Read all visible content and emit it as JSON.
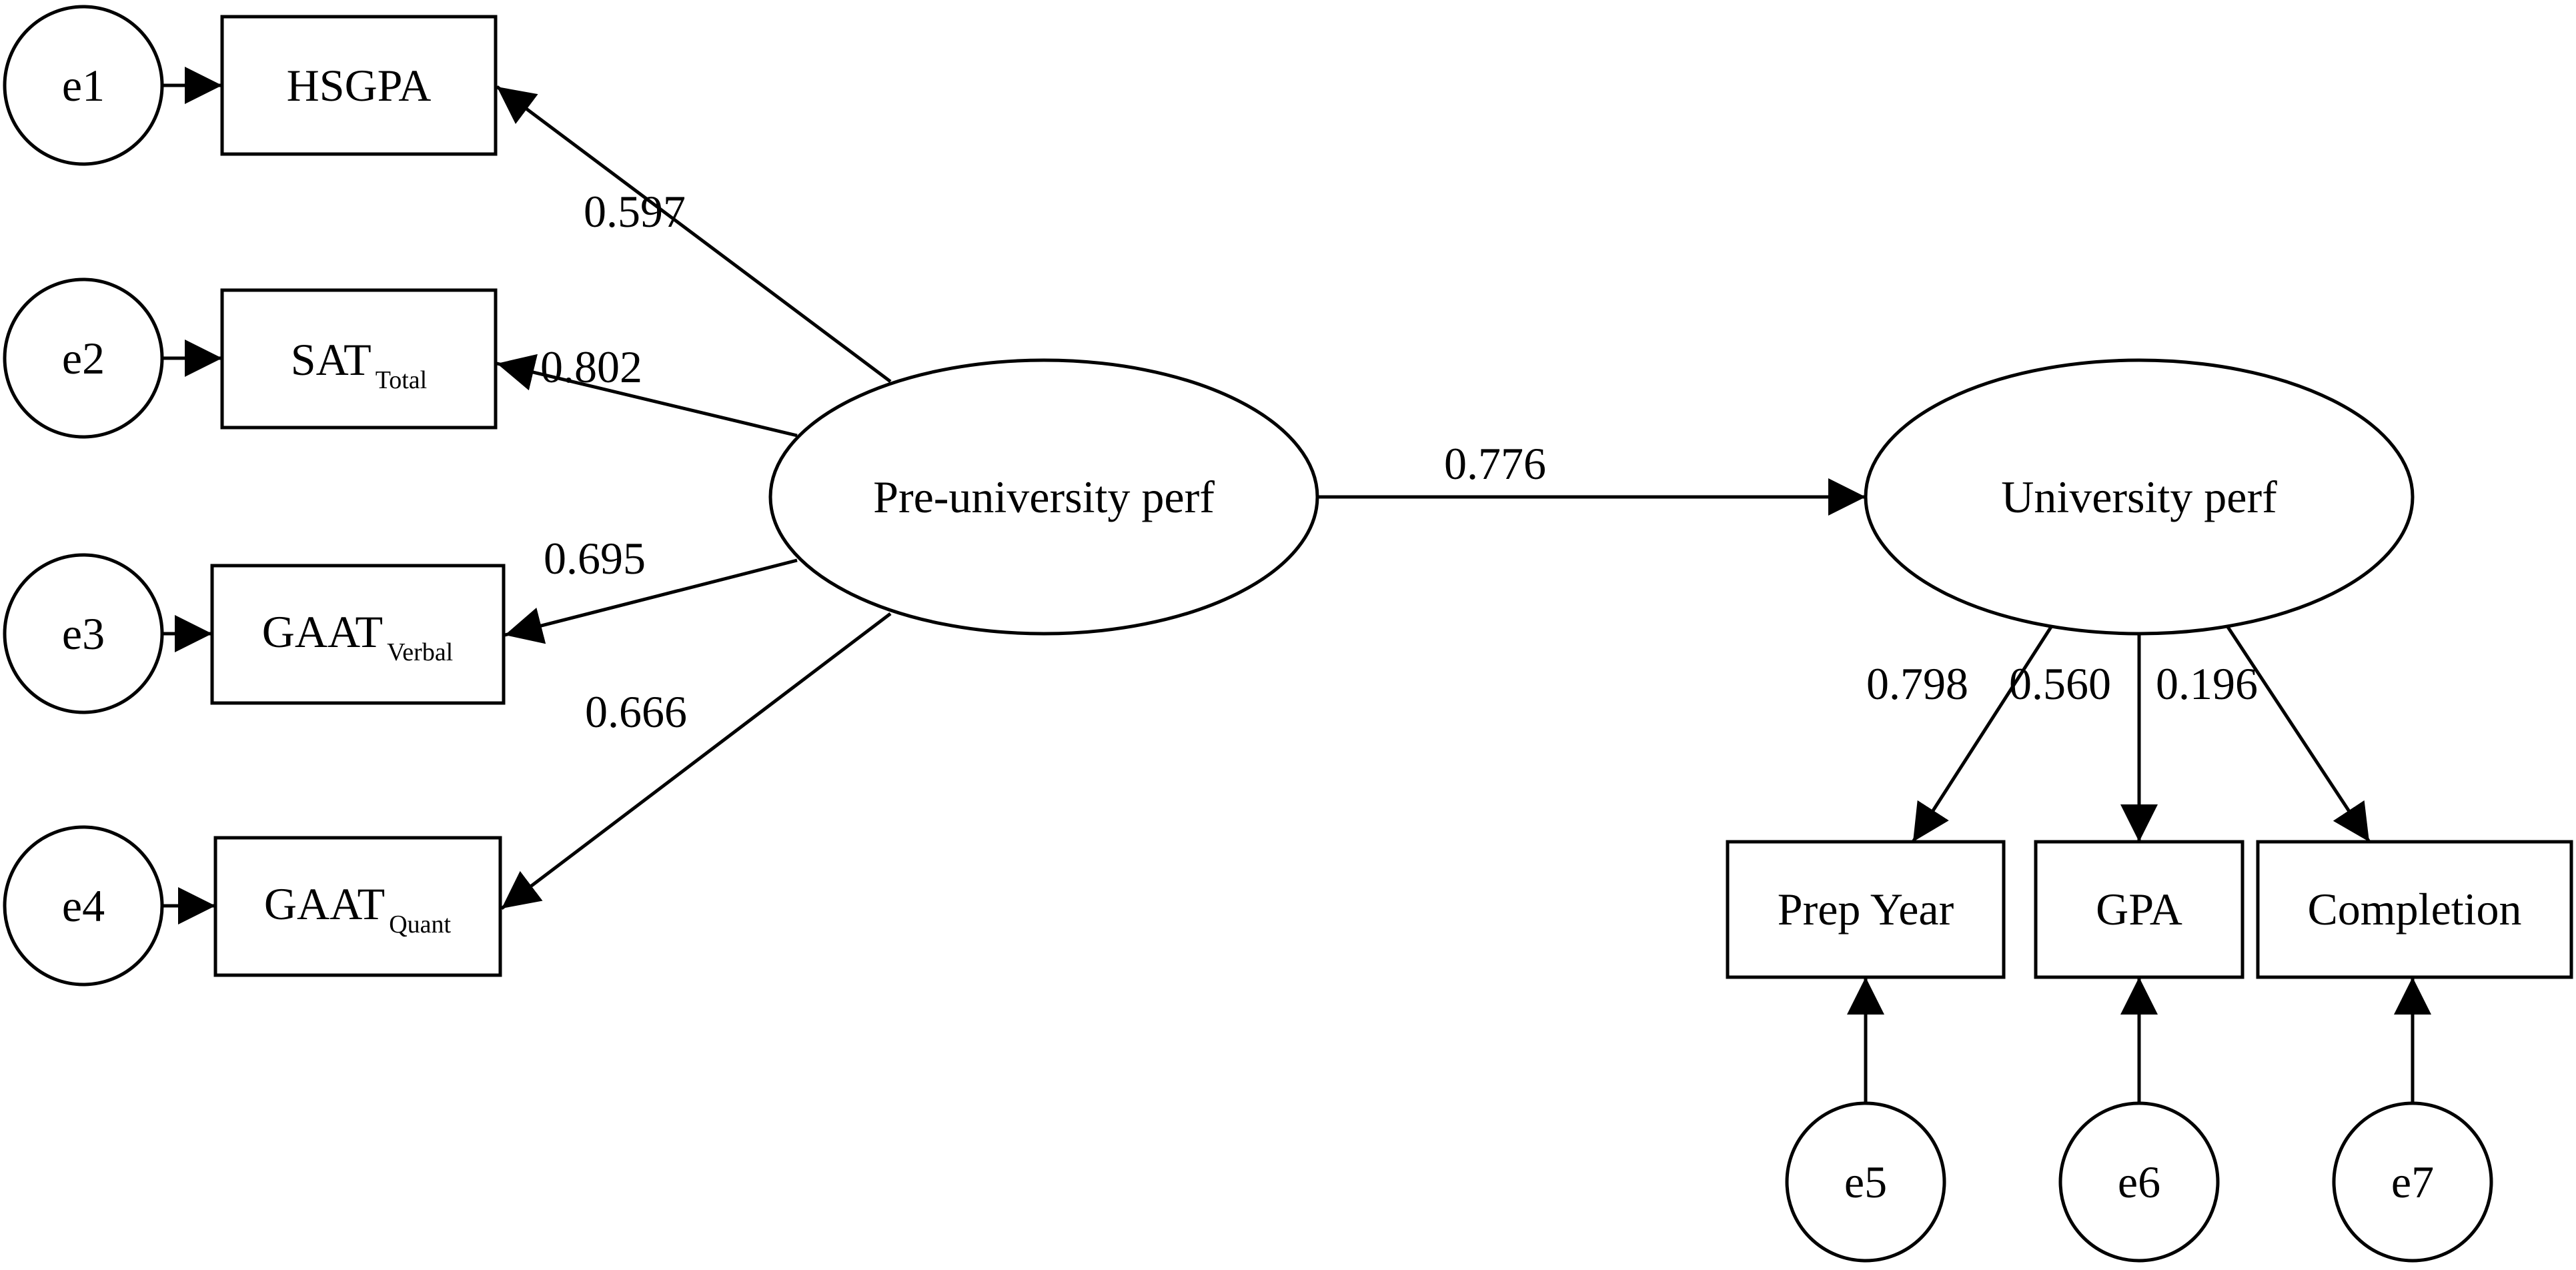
{
  "diagram": {
    "latents": {
      "pre": "Pre-university perf",
      "uni": "University perf"
    },
    "indicators": {
      "hsgpa": {
        "main": "HSGPA",
        "sub": ""
      },
      "sat": {
        "main": "SAT",
        "sub": "Total"
      },
      "gaat_verbal": {
        "main": "GAAT",
        "sub": "Verbal"
      },
      "gaat_quant": {
        "main": "GAAT",
        "sub": "Quant"
      },
      "prep_year": {
        "main": "Prep Year",
        "sub": ""
      },
      "gpa": {
        "main": "GPA",
        "sub": ""
      },
      "completion": {
        "main": "Completion",
        "sub": ""
      }
    },
    "errors": {
      "e1": "e1",
      "e2": "e2",
      "e3": "e3",
      "e4": "e4",
      "e5": "e5",
      "e6": "e6",
      "e7": "e7"
    },
    "coefficients": {
      "hsgpa": "0.597",
      "sat": "0.802",
      "gaat_verbal": "0.695",
      "gaat_quant": "0.666",
      "structural": "0.776",
      "prep_year": "0.798",
      "gpa": "0.560",
      "completion": "0.196"
    }
  }
}
